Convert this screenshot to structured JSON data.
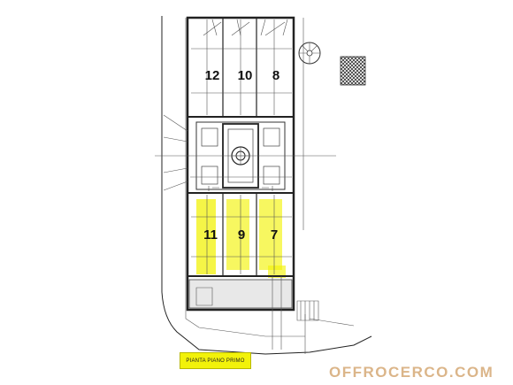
{
  "plan": {
    "upper_units": [
      "12",
      "10",
      "8"
    ],
    "lower_units": [
      "11",
      "9",
      "7"
    ],
    "caption": "PIANTA PIANO PRIMO"
  },
  "watermark": "OFFROCERCO.COM",
  "colors": {
    "highlight": "#f2f20a",
    "line": "#222222",
    "hatch": "#333333",
    "watermark": "#c07a2a"
  }
}
